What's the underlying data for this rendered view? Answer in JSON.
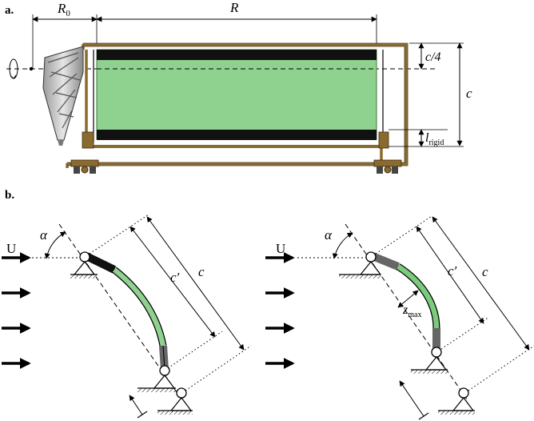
{
  "panel_a": {
    "label": "a.",
    "dim_r0": "R",
    "dim_r0_sub": "0",
    "dim_r": "R",
    "dim_c4": "c/4",
    "dim_c": "c",
    "dim_lrigid": "l",
    "dim_lrigid_sub": "rigid"
  },
  "panel_b": {
    "label": "b.",
    "flow_label_left": "U",
    "flow_label_right": "U",
    "alpha_left": "α",
    "alpha_right": "α",
    "cprime_left": "c′",
    "c_left": "c",
    "cprime_right": "c′",
    "c_right": "c",
    "zmax": "z",
    "zmax_sub": "max"
  },
  "colors": {
    "membrane": "#8fd28f",
    "membrane_right": "#7ccb7c",
    "frame": "#8a6a2e",
    "rigid": "#111111",
    "support": "#555555"
  }
}
